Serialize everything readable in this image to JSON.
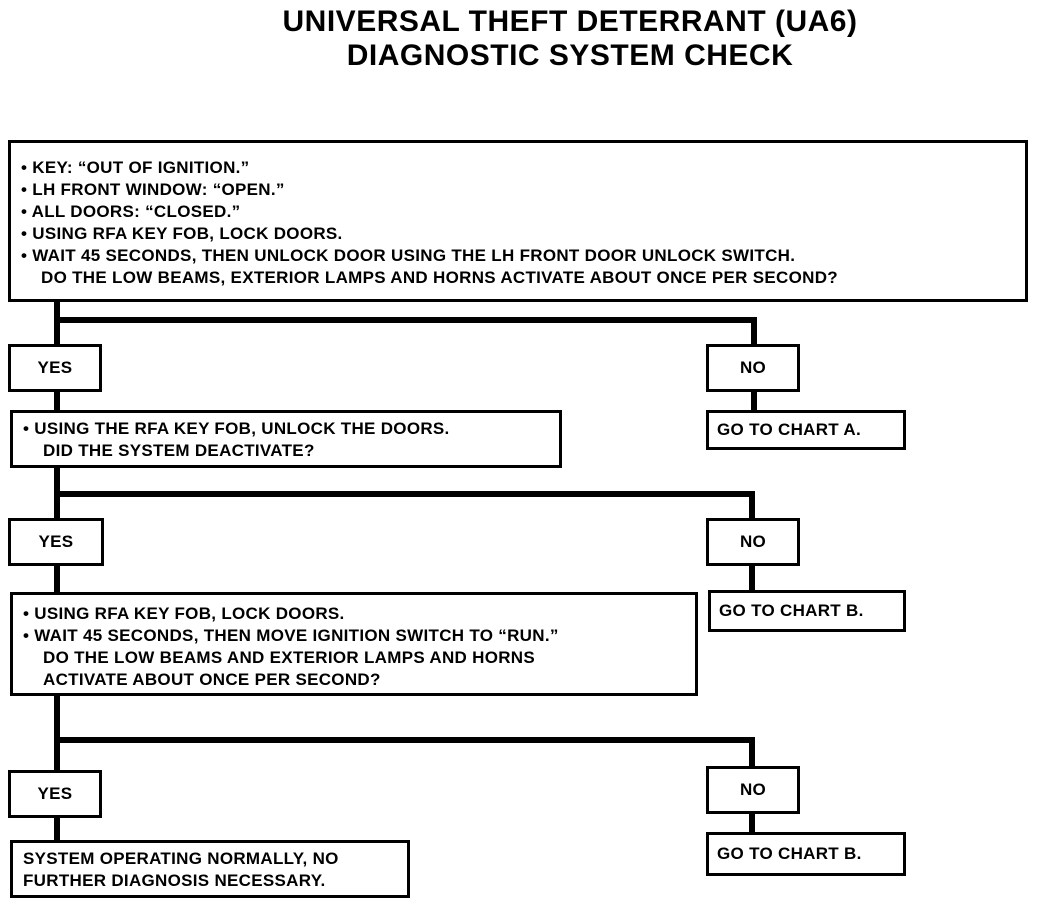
{
  "title": {
    "line1": "UNIVERSAL THEFT DETERRANT (UA6)",
    "line2": "DIAGNOSTIC SYSTEM CHECK"
  },
  "step1": {
    "lines": [
      "• KEY: “OUT OF IGNITION.”",
      "• LH FRONT WINDOW: “OPEN.”",
      "• ALL DOORS: “CLOSED.”",
      "• USING RFA KEY FOB, LOCK DOORS.",
      "• WAIT 45 SECONDS, THEN UNLOCK DOOR USING THE LH FRONT DOOR UNLOCK SWITCH.",
      "DO THE LOW BEAMS, EXTERIOR LAMPS AND HORNS ACTIVATE ABOUT ONCE PER SECOND?"
    ],
    "yes": "YES",
    "no": "NO",
    "no_result": "GO TO CHART A."
  },
  "step2": {
    "lines": [
      "• USING THE RFA KEY FOB, UNLOCK THE DOORS.",
      "DID THE SYSTEM DEACTIVATE?"
    ],
    "yes": "YES",
    "no": "NO",
    "no_result": "GO TO CHART B."
  },
  "step3": {
    "lines": [
      "• USING RFA KEY FOB, LOCK DOORS.",
      "• WAIT 45 SECONDS, THEN MOVE IGNITION SWITCH TO “RUN.”",
      "DO THE LOW BEAMS AND EXTERIOR LAMPS AND HORNS",
      "ACTIVATE ABOUT ONCE PER SECOND?"
    ],
    "yes": "YES",
    "no": "NO",
    "no_result": "GO TO CHART B."
  },
  "final": {
    "lines": [
      "SYSTEM OPERATING NORMALLY, NO",
      "FURTHER DIAGNOSIS NECESSARY."
    ]
  }
}
